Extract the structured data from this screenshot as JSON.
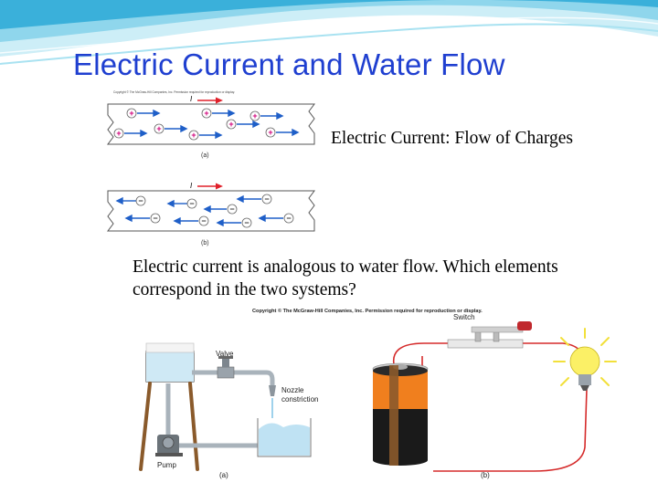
{
  "slide": {
    "title": "Electric Current and Water Flow",
    "caption": "Electric Current: Flow of Charges",
    "body": "Electric current is analogous to water flow. Which elements correspond in the two systems?"
  },
  "figure_top": {
    "copyright": "Copyright © The McGraw-Hill Companies, Inc. Permission required for reproduction or display.",
    "current_label": "I",
    "panel_a_label": "(a)",
    "panel_b_label": "(b)",
    "plus_sign": "+",
    "minus_sign": "−"
  },
  "figure_bottom": {
    "copyright": "Copyright © The McGraw-Hill Companies, Inc. Permission required for reproduction or display.",
    "valve_label": "Valve",
    "nozzle_label_1": "Nozzle",
    "nozzle_label_2": "constriction",
    "pump_label": "Pump",
    "switch_label": "Switch",
    "panel_a_label": "(a)",
    "panel_b_label": "(b)"
  },
  "colors": {
    "title": "#1f3fd0",
    "wave_light": "#cdeef7",
    "wave_mid": "#7fd0ea",
    "wave_dark": "#2fa7d6",
    "plus_charge": "#d0007a",
    "arrow": "#1f5fc8",
    "current_arrow": "#e0202a",
    "battery": "#f07f1e",
    "wire": "#d52b2b"
  }
}
